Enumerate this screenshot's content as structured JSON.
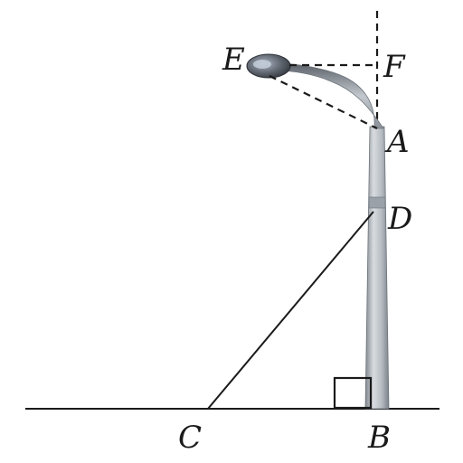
{
  "points": {
    "E": "E",
    "F": "F",
    "A": "A",
    "D": "D",
    "C": "C",
    "B": "B"
  },
  "colors": {
    "line": "#1a1a1a",
    "pole_light": "#c9cdd2",
    "pole_dark": "#8e959c",
    "lamp_head": "#4a4f57",
    "lamp_glass": "#b8c3d1"
  },
  "icons": {
    "lamp": "street-lamp-icon",
    "right_angle": "right-angle-marker-icon"
  }
}
